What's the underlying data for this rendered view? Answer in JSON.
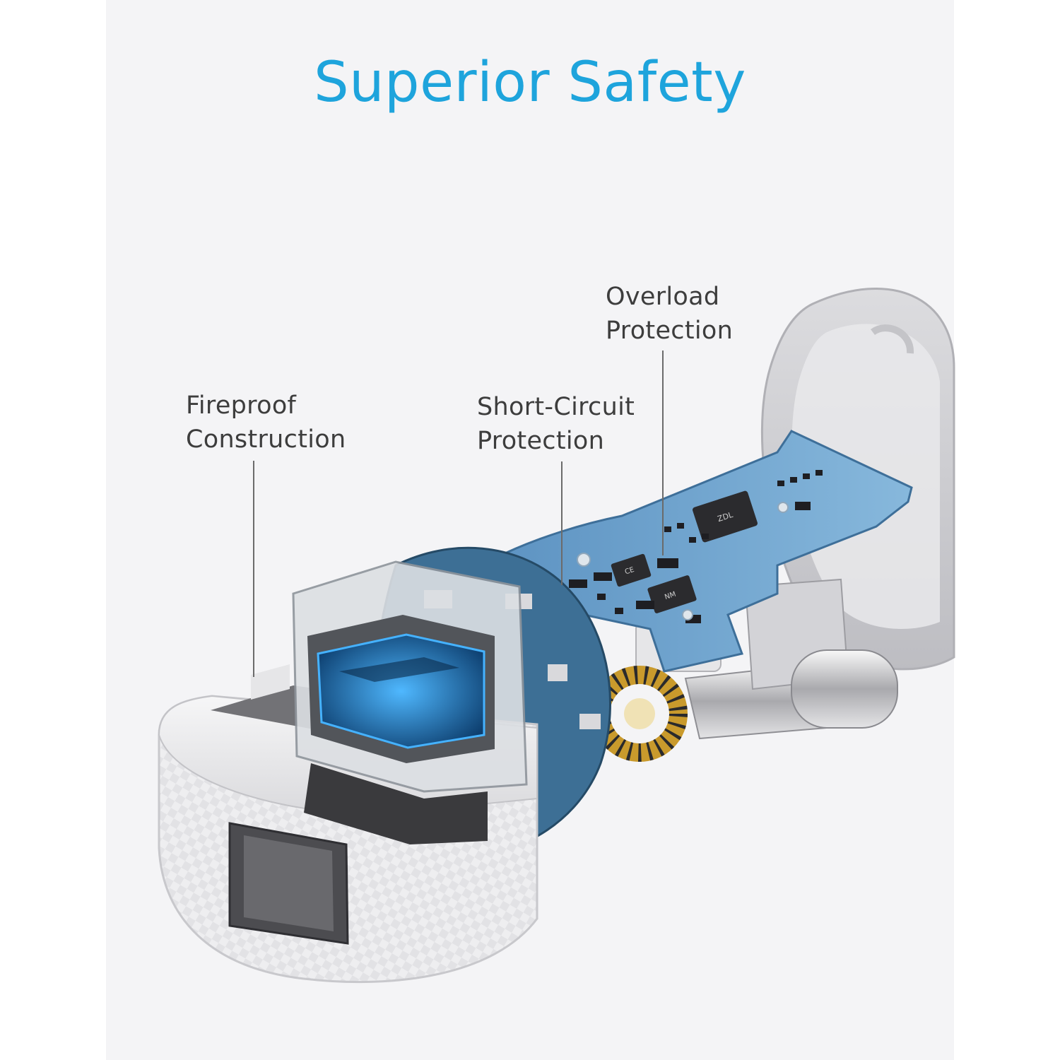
{
  "title": "Superior Safety",
  "callouts": {
    "fireproof": {
      "line1": "Fireproof",
      "line2": "Construction"
    },
    "short_circuit": {
      "line1": "Short-Circuit",
      "line2": "Protection"
    },
    "overload": {
      "line1": "Overload",
      "line2": "Protection"
    }
  },
  "chip_labels": {
    "chip1": "ZDL",
    "chip2": "CE",
    "chip3": "NM"
  },
  "colors": {
    "title": "#1ea4dc",
    "panel": "#f4f4f6",
    "pcb": "#6fa6cf",
    "housing": "#e8e8ea",
    "usb_port": "#1e88d8"
  }
}
